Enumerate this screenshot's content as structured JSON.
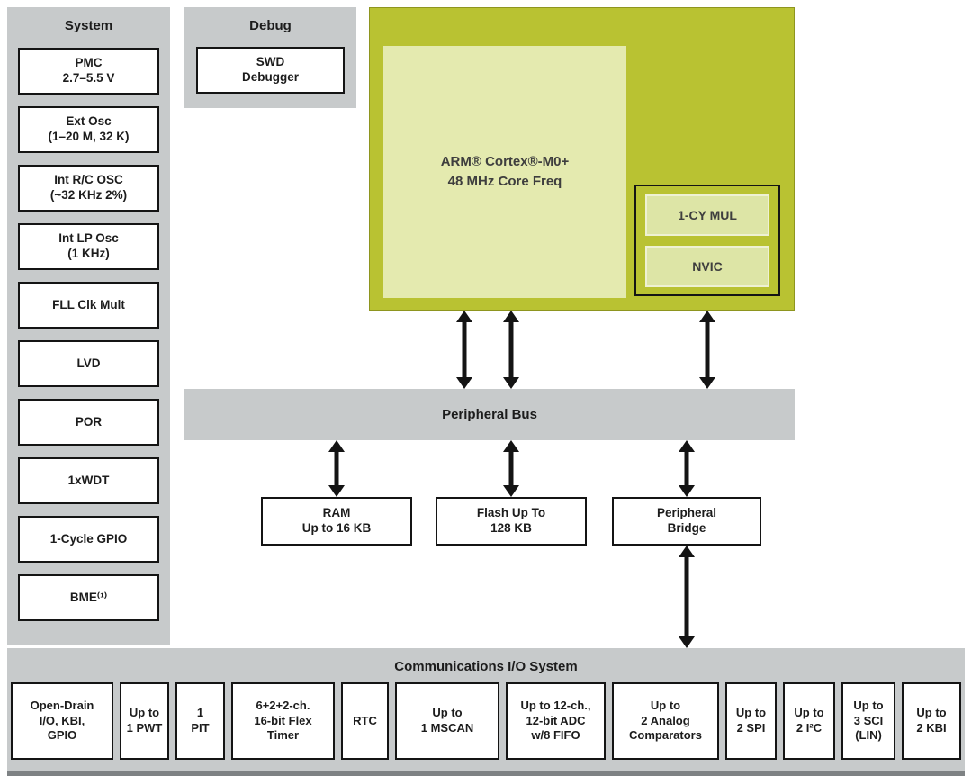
{
  "colors": {
    "panel_gray": "#c7cacb",
    "core_green": "#b9c232",
    "core_light_green": "#e4eaaf",
    "chip_green": "#dde5a6",
    "box_border": "#141414",
    "arrow": "#141414"
  },
  "system": {
    "title": "System",
    "items": [
      "PMC\n2.7–5.5 V",
      "Ext Osc\n(1–20 M, 32 K)",
      "Int R/C OSC\n(~32 KHz 2%)",
      "Int LP Osc\n(1 KHz)",
      "FLL Clk Mult",
      "LVD",
      "POR",
      "1xWDT",
      "1-Cycle GPIO",
      "BME⁽¹⁾"
    ]
  },
  "debug": {
    "title": "Debug",
    "box": "SWD\nDebugger"
  },
  "core": {
    "label": "ARM® Cortex®-M0+\n48 MHz Core Freq",
    "mul": "1-CY MUL",
    "nvic": "NVIC"
  },
  "bus": {
    "label": "Peripheral Bus"
  },
  "memory": {
    "ram": "RAM\nUp to 16 KB",
    "flash": "Flash Up To\n128 KB",
    "bridge": "Peripheral\nBridge"
  },
  "comms": {
    "title": "Communications I/O System",
    "items": [
      "Open-Drain\nI/O, KBI,\nGPIO",
      "Up to\n1 PWT",
      "1\nPIT",
      "6+2+2-ch.\n16-bit Flex\nTimer",
      "RTC",
      "Up to\n1 MSCAN",
      "Up to 12-ch.,\n12-bit ADC\nw/8 FIFO",
      "Up to\n2 Analog\nComparators",
      "Up to\n2 SPI",
      "Up to\n2 I²C",
      "Up to\n3 SCI\n(LIN)",
      "Up to\n2 KBI"
    ]
  }
}
